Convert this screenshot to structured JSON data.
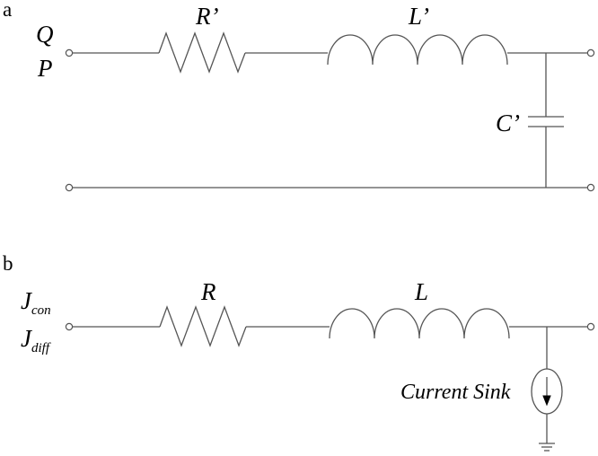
{
  "panel_a": {
    "label": "a",
    "input_top": "Q",
    "input_bottom": "P",
    "resistor": "R’",
    "inductor": "L’",
    "capacitor": "C’"
  },
  "panel_b": {
    "label": "b",
    "input_top_main": "J",
    "input_top_sub": "con",
    "input_bottom_main": "J",
    "input_bottom_sub": "diff",
    "resistor": "R",
    "inductor": "L",
    "sink_label": "Current Sink"
  }
}
